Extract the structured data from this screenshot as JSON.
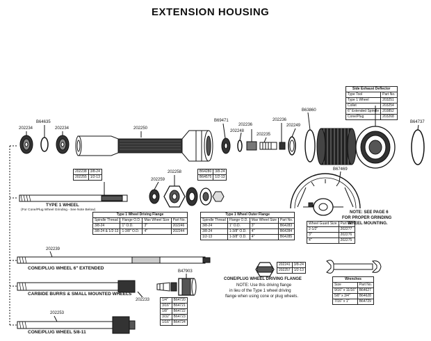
{
  "title": "EXTENSION HOUSING",
  "part_numbers": {
    "p1": "202234",
    "p2": "B64635",
    "p3": "202234",
    "p4": "202250",
    "p5": "B69471",
    "p6": "202236",
    "p7": "202248",
    "p8": "202235",
    "p9": "202236",
    "p10": "202249",
    "p11": "B63860",
    "p12": "B64737",
    "p13": "B67469",
    "p14": "202258",
    "p15": "202259",
    "p16": "202239",
    "p17": "202233",
    "p18": "B47903",
    "p19": "202253"
  },
  "labels": {
    "type1_wheel": "TYPE 1 WHEEL",
    "type1_sub": "(For Cone/Plug Wheel Grinding - See Note Below)",
    "cone_plug_6": "CONE/PLUG WHEEL 6\" EXTENDED",
    "carbide": "CARBIDE BURRS & SMALL MOUNTED WHEELS",
    "cone_plug_58": "CONE/PLUG WHEEL 5/8-11",
    "flange_title": "CONE/PLUG WHEEL DRIVING FLANGE",
    "flange_note_1": "NOTE: Use this driving flange",
    "flange_note_2": "in lieu of the Type 1 wheel driving",
    "flange_note_3": "flange when using cone or plug wheels.",
    "see_page_1": "NOTE: SEE PAGE 6",
    "see_page_2": "FOR PROPER GRINDING",
    "see_page_3": "WHEEL MOUNTING."
  },
  "spindle_small": [
    {
      "part": "202238",
      "thread": "3/8-24"
    },
    {
      "part": "202255",
      "thread": "1/2-13"
    }
  ],
  "nut_small": [
    {
      "part": "B64280",
      "thread": "3/8-24"
    },
    {
      "part": "B64575",
      "thread": "1/2-13"
    }
  ],
  "flange_small": [
    {
      "part": "202241",
      "thread": "3/8-24"
    },
    {
      "part": "202257",
      "thread": "1/2-13"
    }
  ],
  "side_exhaust": {
    "title": "Side Exhaust Deflector",
    "headers": [
      "Type Tool",
      "Part No."
    ],
    "rows": [
      [
        "Type 1 Wheel",
        "203251"
      ],
      [
        "Collet",
        "203254"
      ],
      [
        "6\" Extended Spindle",
        "203852"
      ],
      [
        "Cone/Plug",
        "203268"
      ]
    ]
  },
  "driving_flange_table": {
    "title": "Type 1 Wheel Driving Flange",
    "headers": [
      "Spindle Thread",
      "Flange O.D.",
      "Max Wheel Size",
      "Part No."
    ],
    "rows": [
      [
        "3/8-24",
        "1\" O.D.",
        "3\"",
        "202246"
      ],
      [
        "3/8-24 & 1/2-13",
        "1-3/8\" O.D.",
        "4\"",
        "202244"
      ]
    ]
  },
  "outer_flange_table": {
    "title": "Type 1 Wheel Outer Flange",
    "headers": [
      "Spindle Thread",
      "Flange O.D.",
      "Max Wheel Size",
      "Part No."
    ],
    "rows": [
      [
        "3/8-24",
        "1\" O.D.",
        "3\"",
        "B64283"
      ],
      [
        "3/8-24",
        "1-3/8\" O.D.",
        "4\"",
        "B64284"
      ],
      [
        "1/2-13",
        "1-3/8\" O.D.",
        "4\"",
        "B64285"
      ]
    ]
  },
  "guard_table": {
    "headers": [
      "Wheel Guard Size",
      "Part No."
    ],
    "rows": [
      [
        "2-1/2\"",
        "202277"
      ],
      [
        "3\"",
        "202276"
      ],
      [
        "4\"",
        "202275"
      ]
    ]
  },
  "collet_table": {
    "rows": [
      [
        "1/4\"",
        "B64720"
      ],
      [
        "3/16\"",
        "B64721"
      ],
      [
        "1/8\"",
        "B64722"
      ],
      [
        "3/32\"",
        "B64723"
      ],
      [
        "1/16\"",
        "B64724"
      ]
    ]
  },
  "wrench_table": {
    "title": "Wrenches",
    "headers": [
      "Size",
      "Part No."
    ],
    "rows": [
      [
        "9/16\" x 11/16\"",
        "B64627"
      ],
      [
        "5/8\" x 3/4\"",
        "B64628"
      ],
      [
        "7/16\" x 1\"",
        "B64729"
      ]
    ]
  }
}
